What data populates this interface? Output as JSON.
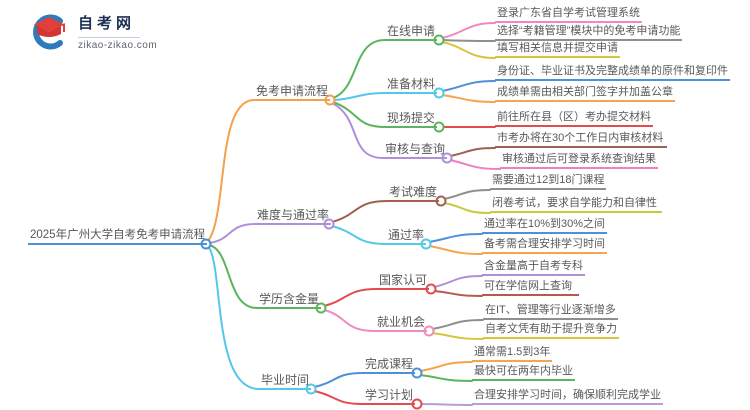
{
  "site": {
    "logo_title": "自考网",
    "logo_domain": "zikao-zikao.com",
    "logo_blue": "#2d7bbd",
    "logo_red": "#e23e3a"
  },
  "mindmap": {
    "root": {
      "label": "2025年广州大学自考免考申请流程",
      "color": "#4a90d4"
    },
    "branches": [
      {
        "label": "免考申请流程",
        "color": "#f5a04c",
        "children": [
          {
            "label": "在线申请",
            "color": "#5cb55c",
            "leaves": [
              {
                "label": "登录广东省自学考试管理系统",
                "color": "#f287c3"
              },
              {
                "label": "选择“考籍管理”模块中的免考申请功能",
                "color": "#8f8f8f"
              },
              {
                "label": "填写相关信息并提交申请",
                "color": "#d6c63c"
              }
            ]
          },
          {
            "label": "准备材料",
            "color": "#54c8ea",
            "leaves": [
              {
                "label": "身份证、毕业证书及完整成绩单的原件和复印件",
                "color": "#4e90d9"
              },
              {
                "label": "成绩单需由相关部门签字并加盖公章",
                "color": "#f5a54e"
              }
            ]
          },
          {
            "label": "现场提交",
            "color": "#5cb55c",
            "leaves": [
              {
                "label": "前往所在县（区）考办提交材料",
                "color": "#e24c4c"
              }
            ]
          },
          {
            "label": "审核与查询",
            "color": "#b08fd9",
            "leaves": [
              {
                "label": "市考办将在30个工作日内审核材料",
                "color": "#9c6253"
              },
              {
                "label": "审核通过后可登录系统查询结果",
                "color": "#f07ec1"
              }
            ]
          }
        ]
      },
      {
        "label": "难度与通过率",
        "color": "#b08fd9",
        "children": [
          {
            "label": "考试难度",
            "color": "#a2604e",
            "leaves": [
              {
                "label": "需要通过12到18门课程",
                "color": "#8f8f8f"
              },
              {
                "label": "闭卷考试，要求自学能力和自律性",
                "color": "#c6ca3d"
              }
            ]
          },
          {
            "label": "通过率",
            "color": "#54c8ea",
            "leaves": [
              {
                "label": "通过率在10%到30%之间",
                "color": "#4e90d9"
              },
              {
                "label": "备考需合理安排学习时间",
                "color": "#f5a54e"
              }
            ]
          }
        ]
      },
      {
        "label": "学历含金量",
        "color": "#5cb55c",
        "children": [
          {
            "label": "国家认可",
            "color": "#e24c4c",
            "leaves": [
              {
                "label": "含金量高于自考专科",
                "color": "#b08fd9"
              },
              {
                "label": "可在学信网上查询",
                "color": "#b05c52"
              }
            ]
          },
          {
            "label": "就业机会",
            "color": "#f08bc0",
            "leaves": [
              {
                "label": "在IT、管理等行业逐渐增多",
                "color": "#8f8f8f"
              },
              {
                "label": "自考文凭有助于提升竞争力",
                "color": "#d6c63c"
              }
            ]
          }
        ]
      },
      {
        "label": "毕业时间",
        "color": "#54c8ea",
        "children": [
          {
            "label": "完成课程",
            "color": "#4e90d9",
            "leaves": [
              {
                "label": "通常需1.5到3年",
                "color": "#f5a54e"
              },
              {
                "label": "最快可在两年内毕业",
                "color": "#5cb55c"
              }
            ]
          },
          {
            "label": "学习计划",
            "color": "#e24c4c",
            "leaves": [
              {
                "label": "合理安排学习时间，确保顺利完成学业",
                "color": "#b49ddb"
              }
            ]
          }
        ]
      }
    ]
  }
}
